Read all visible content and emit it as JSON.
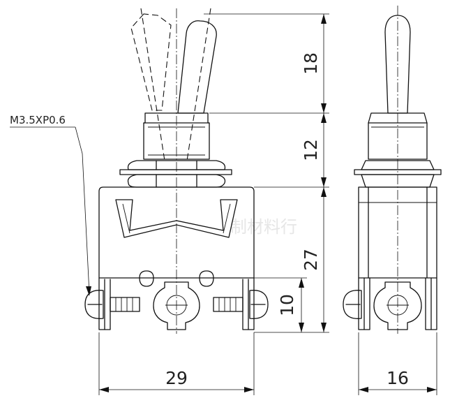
{
  "dimensions": {
    "lever_height": "18",
    "bushing_height": "12",
    "body_height": "27",
    "terminal_height": "10",
    "body_width": "29",
    "side_width": "16"
  },
  "callout": {
    "thread": "M3.5XP0.6"
  },
  "watermark": "制材料行"
}
